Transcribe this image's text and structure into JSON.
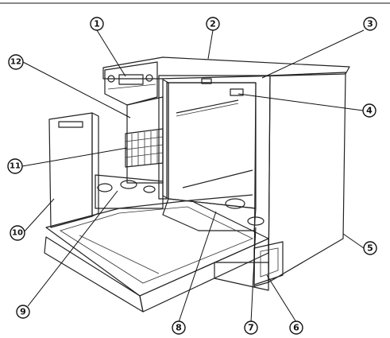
{
  "figure": {
    "subject": "dishwasher-door-open-cutaway",
    "callouts": [
      {
        "id": 1,
        "label": "1"
      },
      {
        "id": 2,
        "label": "2"
      },
      {
        "id": 3,
        "label": "3"
      },
      {
        "id": 4,
        "label": "4"
      },
      {
        "id": 5,
        "label": "5"
      },
      {
        "id": 6,
        "label": "6"
      },
      {
        "id": 7,
        "label": "7"
      },
      {
        "id": 8,
        "label": "8"
      },
      {
        "id": 9,
        "label": "9"
      },
      {
        "id": 10,
        "label": "10"
      },
      {
        "id": 11,
        "label": "11"
      },
      {
        "id": 12,
        "label": "12"
      }
    ]
  },
  "colors": {
    "outline": "#222222",
    "body_light": "#eeeeee",
    "body_mid": "#d6d6d6",
    "body_dark": "#b8b8b8",
    "interior": "#c9c9c9",
    "panel": "#8a8a8a"
  }
}
